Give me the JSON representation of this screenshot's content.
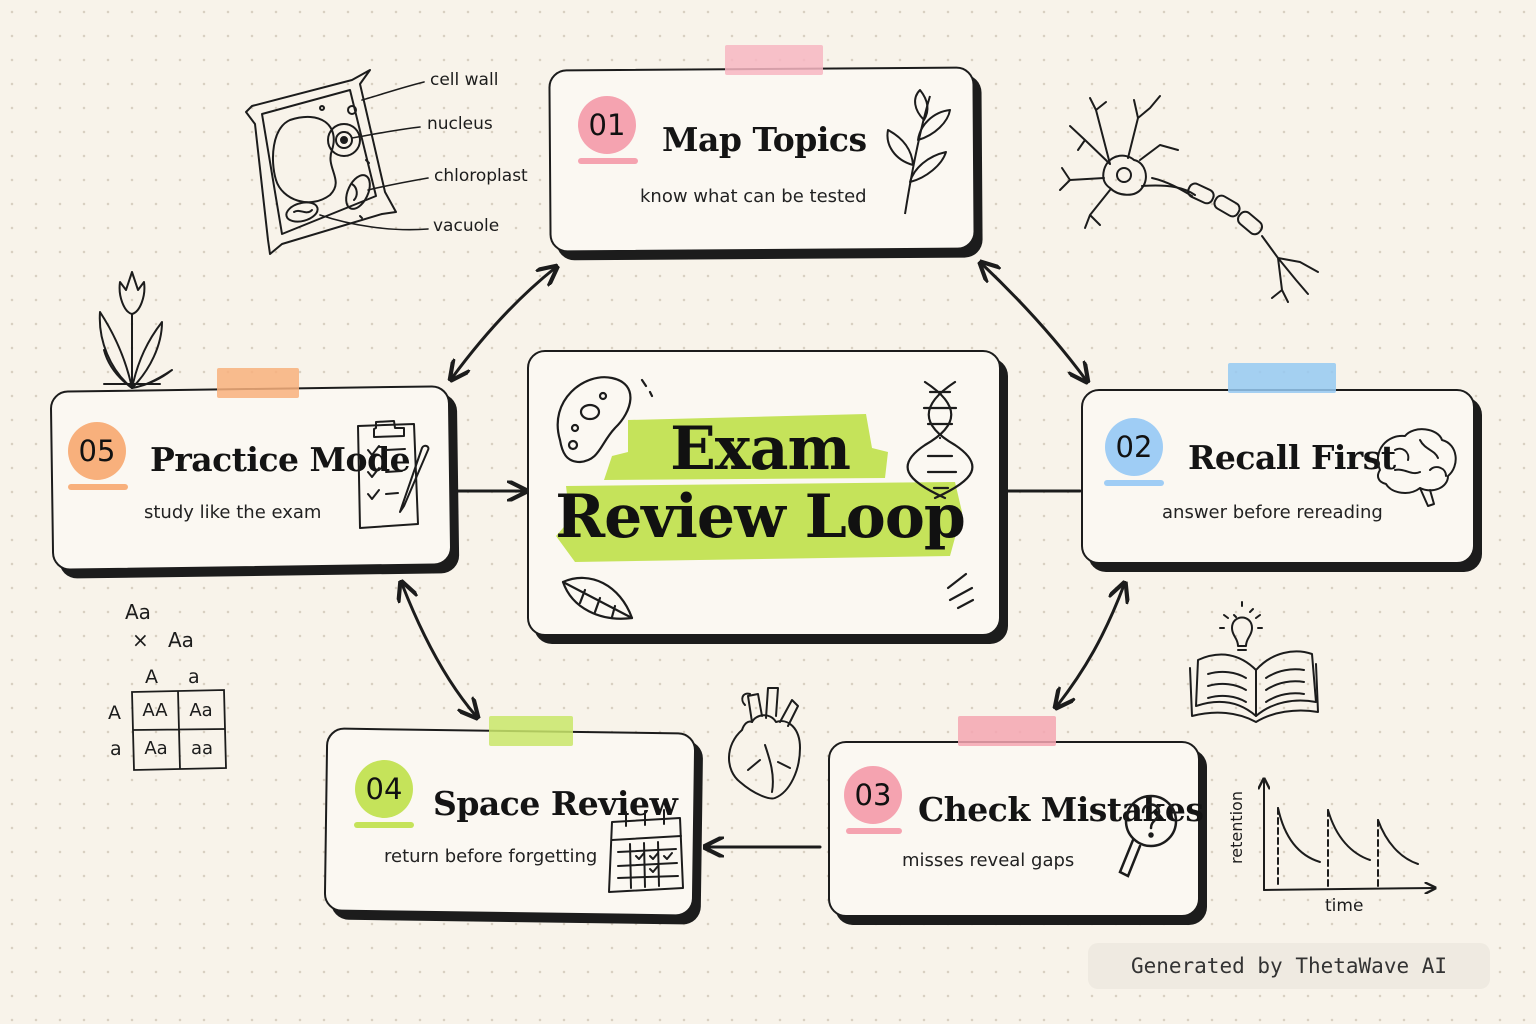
{
  "center": {
    "title_line1": "Exam",
    "title_line2": "Review Loop",
    "highlight_color": "#c5e35a"
  },
  "steps": [
    {
      "num": "01",
      "title": "Map Topics",
      "subtitle": "know what can be tested",
      "color": "#f5a3b0",
      "tape_color": "#f7b6c2",
      "icon": "leaf-sprig-icon"
    },
    {
      "num": "02",
      "title": "Recall First",
      "subtitle": "answer before rereading",
      "color": "#9fcdf5",
      "tape_color": "#95c9f2",
      "icon": "brain-icon"
    },
    {
      "num": "03",
      "title": "Check Mistakes",
      "subtitle": "misses reveal gaps",
      "color": "#f5a3b0",
      "tape_color": "#f5a6b2",
      "icon": "magnifier-question-icon"
    },
    {
      "num": "04",
      "title": "Space Review",
      "subtitle": "return before forgetting",
      "color": "#c5e35a",
      "tape_color": "#c9e66a",
      "icon": "calendar-icon"
    },
    {
      "num": "05",
      "title": "Practice Mode",
      "subtitle": "study like the exam",
      "color": "#f8b07c",
      "tape_color": "#f8b07c",
      "icon": "clipboard-checklist-icon"
    }
  ],
  "cell_diagram": {
    "labels": [
      "cell wall",
      "nucleus",
      "chloroplast",
      "vacuole"
    ]
  },
  "punnett": {
    "parent1": "Aa",
    "cross": "×",
    "parent2": "Aa",
    "col_headers": [
      "A",
      "a"
    ],
    "row_headers": [
      "A",
      "a"
    ],
    "cells": [
      [
        "AA",
        "Aa"
      ],
      [
        "Aa",
        "aa"
      ]
    ]
  },
  "retention_graph": {
    "ylabel": "retention",
    "xlabel": "time"
  },
  "footer": {
    "text": "Generated by ThetaWave AI"
  }
}
